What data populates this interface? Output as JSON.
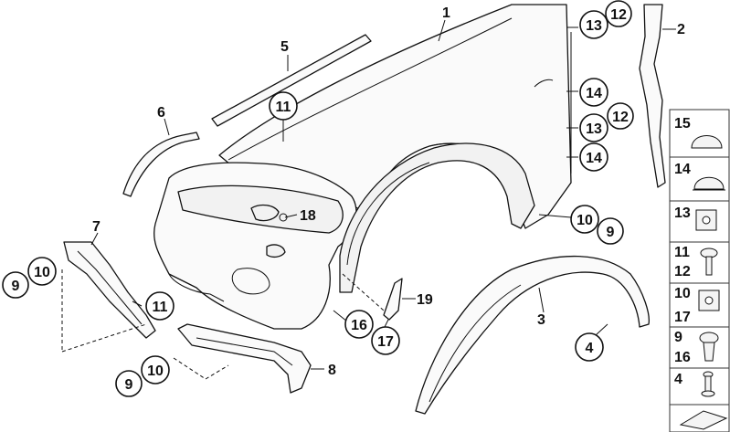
{
  "callouts": {
    "c1": "1",
    "c2": "2",
    "c3": "3",
    "c4": "4",
    "c5": "5",
    "c6": "6",
    "c7": "7",
    "c8": "8",
    "c9a": "9",
    "c9b": "9",
    "c9c": "9",
    "c10a": "10",
    "c10b": "10",
    "c10c": "10",
    "c11a": "11",
    "c11b": "11",
    "c12a": "12",
    "c12b": "12",
    "c13a": "13",
    "c13b": "13",
    "c14a": "14",
    "c14b": "14",
    "c16": "16",
    "c17": "17",
    "c18": "18",
    "c19": "19"
  },
  "legend": [
    {
      "labels": [
        "15"
      ],
      "icon": "cap-large-icon"
    },
    {
      "labels": [
        "14"
      ],
      "icon": "cap-small-icon"
    },
    {
      "labels": [
        "13"
      ],
      "icon": "clip-nut-icon"
    },
    {
      "labels": [
        "11",
        "12"
      ],
      "icon": "screw-icon"
    },
    {
      "labels": [
        "10",
        "17"
      ],
      "icon": "clip-nut-icon"
    },
    {
      "labels": [
        "9",
        "16"
      ],
      "icon": "expanding-rivet-icon"
    },
    {
      "labels": [
        "4"
      ],
      "icon": "pin-icon"
    },
    {
      "labels": [
        ""
      ],
      "icon": "seal-strip-icon"
    }
  ]
}
